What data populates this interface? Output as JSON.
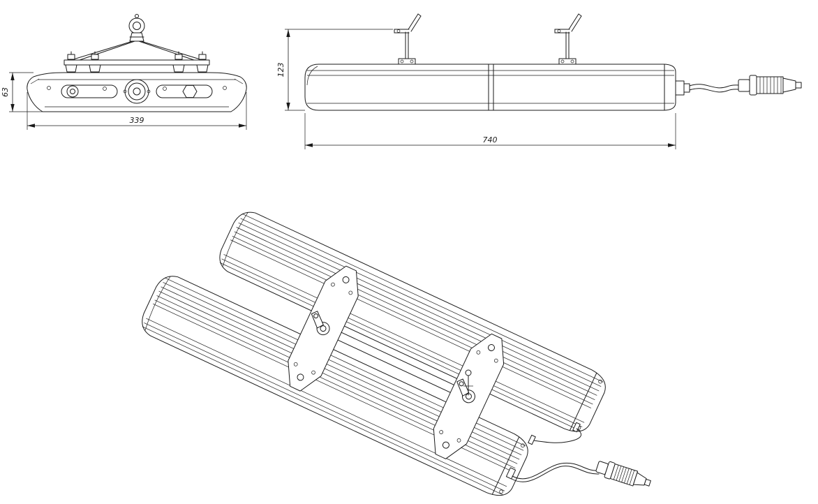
{
  "drawing": {
    "front_view": {
      "width_dim": "339",
      "height_dim": "63"
    },
    "side_view": {
      "length_dim": "740",
      "height_dim": "123"
    }
  },
  "colors": {
    "line": "#1a1a1a",
    "background": "#ffffff"
  }
}
